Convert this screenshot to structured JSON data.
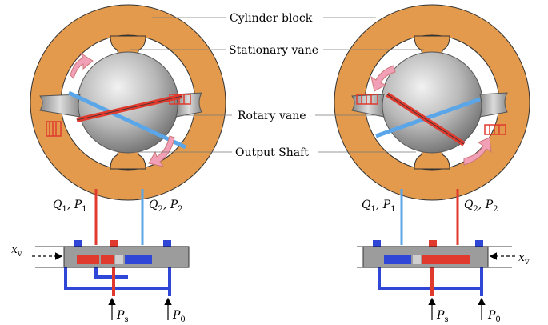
{
  "labels": {
    "cylinder_block": "Cylinder block",
    "stationary_vane": "Stationary vane",
    "rotary_vane": "Rotary vane",
    "output_shaft": "Output Shaft"
  },
  "ports": {
    "q1": "Q",
    "q1_sub": "1",
    "p1": "P",
    "p1_sub": "1",
    "q2": "Q",
    "q2_sub": "2",
    "p2": "P",
    "p2_sub": "2",
    "ps": "P",
    "ps_sub": "s",
    "p0": "P",
    "p0_sub": "0",
    "xv": "x",
    "xv_sub": "v"
  },
  "colors": {
    "block": "#e39a4c",
    "shaft": "#a9a9a9",
    "red_line": "#e03a2f",
    "blue_line": "#2f46d6",
    "light_blue": "#5ba6e8",
    "pink_arrow": "#f2a0b8",
    "valve_body": "#9c9c9c"
  }
}
